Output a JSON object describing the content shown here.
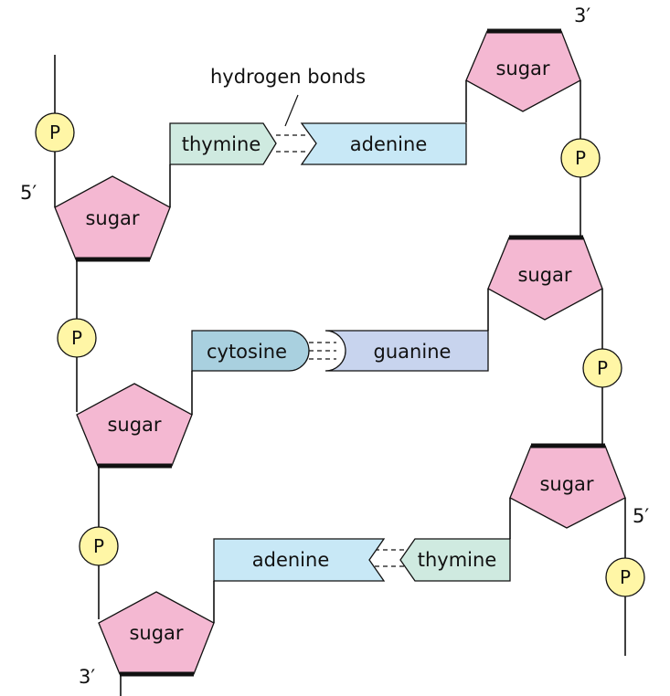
{
  "colors": {
    "sugar": "#f4b8d2",
    "phosphate": "#fff6a6",
    "thymine": "#cfeae0",
    "adenine": "#c8e8f6",
    "cytosine": "#a9d0df",
    "guanine": "#c8d4ee"
  },
  "labels": {
    "hydrogen_bonds": "hydrogen bonds",
    "five_prime": "5′",
    "three_prime": "3′"
  },
  "nucleotide": {
    "sugar": "sugar",
    "phosphate": "P"
  },
  "bases": {
    "thymine": "thymine",
    "adenine": "adenine",
    "cytosine": "cytosine",
    "guanine": "guanine"
  }
}
